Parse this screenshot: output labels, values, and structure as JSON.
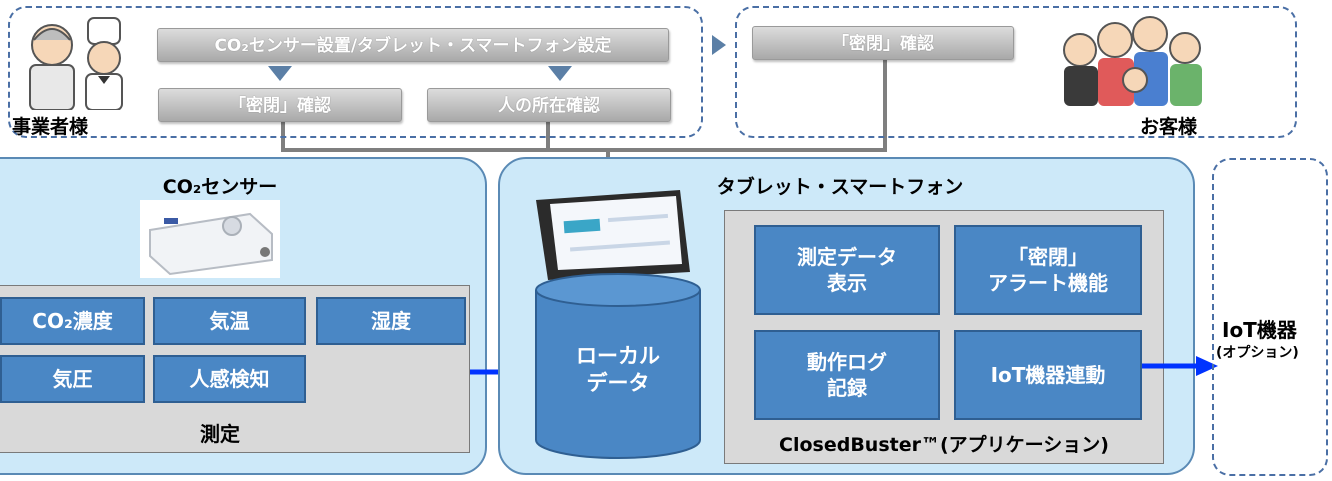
{
  "operator": {
    "label": "事業者様",
    "setup_label": "CO₂センサー設置/タブレット・スマートフォン設定",
    "seal_check_label": "「密閉」確認",
    "presence_check_label": "人の所在確認"
  },
  "customer": {
    "label": "お客様",
    "seal_check_label": "「密閉」確認"
  },
  "sensor": {
    "title": "CO₂センサー",
    "items": [
      "CO₂濃度",
      "気温",
      "湿度",
      "気圧",
      "人感検知"
    ],
    "footer": "測定"
  },
  "tablet": {
    "title": "タブレット・スマートフォン",
    "local_data": "ローカル\nデータ",
    "app_features": [
      "測定データ\n表示",
      "「密閉」\nアラート機能",
      "動作ログ\n記録",
      "IoT機器連動"
    ],
    "app_label": "ClosedBuster™(アプリケーション)"
  },
  "iot": {
    "title": "IoT機器",
    "subtitle": "(オプション)"
  },
  "colors": {
    "dashed_border": "#4a6fa5",
    "panel_fill": "#cde9f9",
    "box_fill": "#4a87c5",
    "arrow": "#0033ff",
    "connector": "#7f7f7f"
  }
}
